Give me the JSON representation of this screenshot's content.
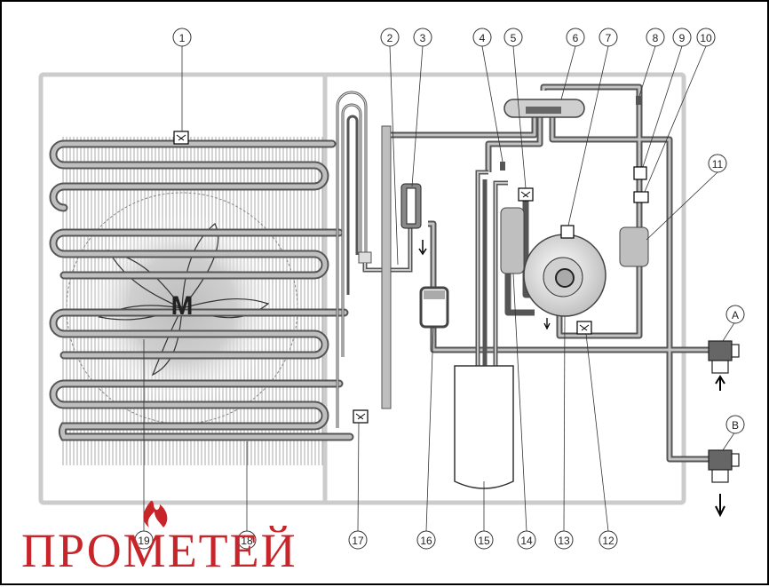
{
  "callouts": [
    "1",
    "2",
    "3",
    "4",
    "5",
    "6",
    "7",
    "8",
    "9",
    "10",
    "11",
    "12",
    "13",
    "14",
    "15",
    "16",
    "17",
    "18",
    "19"
  ],
  "port_labels": [
    "A",
    "B"
  ],
  "component_marks": {
    "fan_motor": "M"
  },
  "brand": {
    "name": "ПРОМЕТЕЙ",
    "logo": "flame-icon"
  },
  "colors": {
    "pipe_fill": "#bfbfbf",
    "pipe_stroke": "#555555",
    "frame": "#cccccc",
    "brand_red": "#c8252b"
  }
}
